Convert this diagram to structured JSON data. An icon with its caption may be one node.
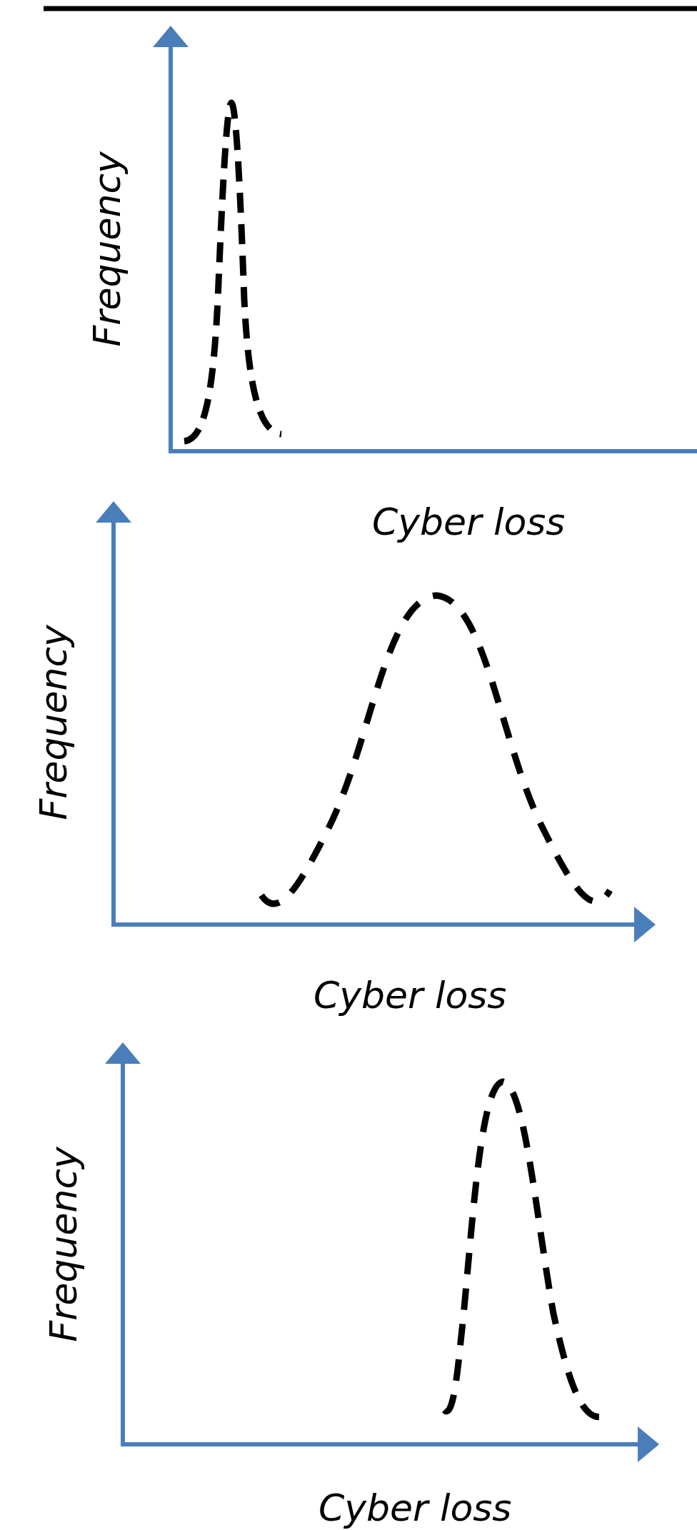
{
  "diagram": {
    "labels": [
      "Frequency",
      "Cyber loss",
      "Frequency",
      "Cyber loss",
      "Frequency",
      "Cyber loss"
    ]
  }
}
